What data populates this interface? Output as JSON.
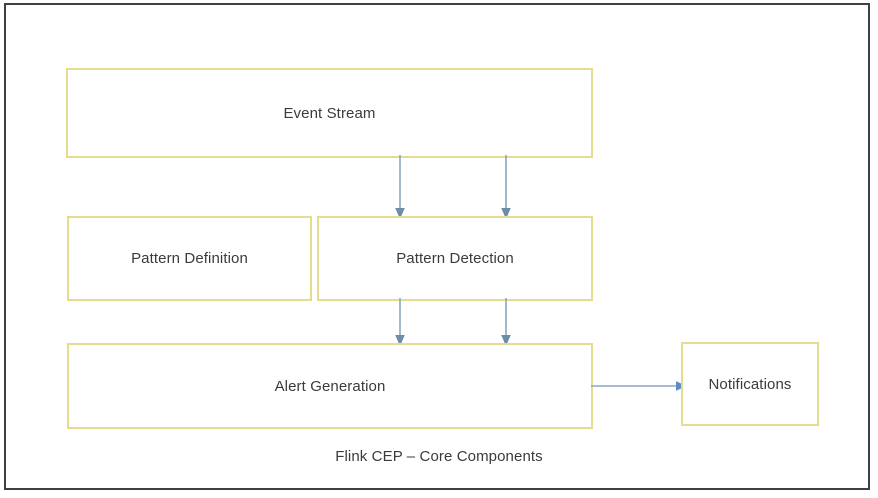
{
  "diagram": {
    "caption": "Flink CEP – Core Components",
    "frame_border_color": "#3f4044",
    "node_border_color": "#e4dc8f",
    "node_fill_color": "#ffffff",
    "text_color": "#3b3b3b",
    "connector_color": "#8ba7bf",
    "nodes": [
      {
        "id": "event-stream",
        "label": "Event Stream"
      },
      {
        "id": "pattern-definition",
        "label": "Pattern Definition"
      },
      {
        "id": "pattern-detection",
        "label": "Pattern Detection"
      },
      {
        "id": "alert-generation",
        "label": "Alert Generation"
      },
      {
        "id": "notifications",
        "label": "Notifications"
      }
    ],
    "connectors": [
      {
        "id": "es-pd-left",
        "from": "event-stream",
        "to": "pattern-detection",
        "direction": "down"
      },
      {
        "id": "es-pd-right",
        "from": "event-stream",
        "to": "pattern-detection",
        "direction": "down"
      },
      {
        "id": "pd-ag-left",
        "from": "pattern-detection",
        "to": "alert-generation",
        "direction": "down"
      },
      {
        "id": "pd-ag-right",
        "from": "pattern-detection",
        "to": "alert-generation",
        "direction": "down"
      },
      {
        "id": "ag-notif",
        "from": "alert-generation",
        "to": "notifications",
        "direction": "right"
      }
    ]
  }
}
